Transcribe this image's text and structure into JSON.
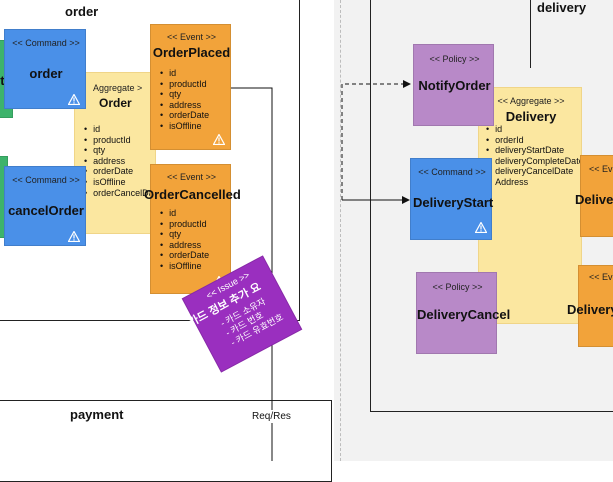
{
  "contexts": {
    "order": "order",
    "delivery": "delivery",
    "payment": "payment"
  },
  "stickies": {
    "cmd_order": {
      "stereo": "<< Command >>",
      "title": "order"
    },
    "agg_order": {
      "stereo": "Aggregate >",
      "title": "Order",
      "fields": [
        "id",
        "productId",
        "qty",
        "address",
        "orderDate",
        "isOffline",
        "orderCancelDate"
      ]
    },
    "ev_placed": {
      "stereo": "<< Event >>",
      "title": "OrderPlaced",
      "fields": [
        "id",
        "productId",
        "qty",
        "address",
        "orderDate",
        "isOffline"
      ]
    },
    "cmd_cancel": {
      "stereo": "<< Command >>",
      "title": "cancelOrder"
    },
    "ev_cancelled": {
      "stereo": "<< Event >>",
      "title": "OrderCancelled",
      "fields": [
        "id",
        "productId",
        "qty",
        "address",
        "orderDate",
        "isOffline"
      ]
    },
    "issue": {
      "stereo": "<< Issue >>",
      "title": "카드 정보 추가 요",
      "lines": [
        "- 카드 소유자",
        "- 카드 번호",
        "- 카드 유효번호"
      ]
    },
    "pol_notify": {
      "stereo": "<< Policy >>",
      "title": "NotifyOrder"
    },
    "agg_delivery": {
      "stereo": "<< Aggregate >>",
      "title": "Delivery",
      "fields": [
        "id",
        "orderId",
        "deliveryStartDate",
        "deliveryCompleteDate",
        "deliveryCancelDate",
        "Address"
      ]
    },
    "cmd_delivery_start": {
      "stereo": "<< Command >>",
      "title": "DeliveryStart"
    },
    "pol_delivery_cancel": {
      "stereo": "<< Policy >>",
      "title": "DeliveryCancel"
    },
    "ev_right1": {
      "stereo": "<< Ev",
      "title": "Deliver"
    },
    "ev_right2": {
      "stereo": "<< Ev",
      "title": "Delivery"
    },
    "left_stub_1": {
      "title": "st"
    }
  },
  "connector_label": "Req/Res",
  "colors": {
    "command": "#4a90e8",
    "event": "#f2a33a",
    "aggregate": "#fbe7a0",
    "policy": "#b889c8",
    "issue": "#9a2fbf",
    "stub": "#3db36b"
  }
}
